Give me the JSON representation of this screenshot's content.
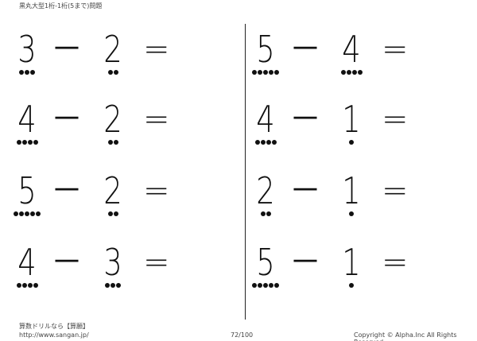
{
  "title": "黒丸大型1桁-1桁(5まで)問題",
  "operator": "－",
  "equals": "=",
  "problems": [
    {
      "a": "3",
      "b": "2",
      "a_count": 3,
      "b_count": 2
    },
    {
      "a": "4",
      "b": "2",
      "a_count": 4,
      "b_count": 2
    },
    {
      "a": "5",
      "b": "2",
      "a_count": 5,
      "b_count": 2
    },
    {
      "a": "4",
      "b": "3",
      "a_count": 4,
      "b_count": 3
    },
    {
      "a": "5",
      "b": "4",
      "a_count": 5,
      "b_count": 4
    },
    {
      "a": "4",
      "b": "1",
      "a_count": 4,
      "b_count": 1
    },
    {
      "a": "2",
      "b": "1",
      "a_count": 2,
      "b_count": 1
    },
    {
      "a": "5",
      "b": "1",
      "a_count": 5,
      "b_count": 1
    }
  ],
  "footer": {
    "brand": "算数ドリルなら【算願】",
    "url": "http://www.sangan.jp/",
    "page": "72/100",
    "copyright": "Copyright © Alpha.Inc All Rights Reserved."
  }
}
